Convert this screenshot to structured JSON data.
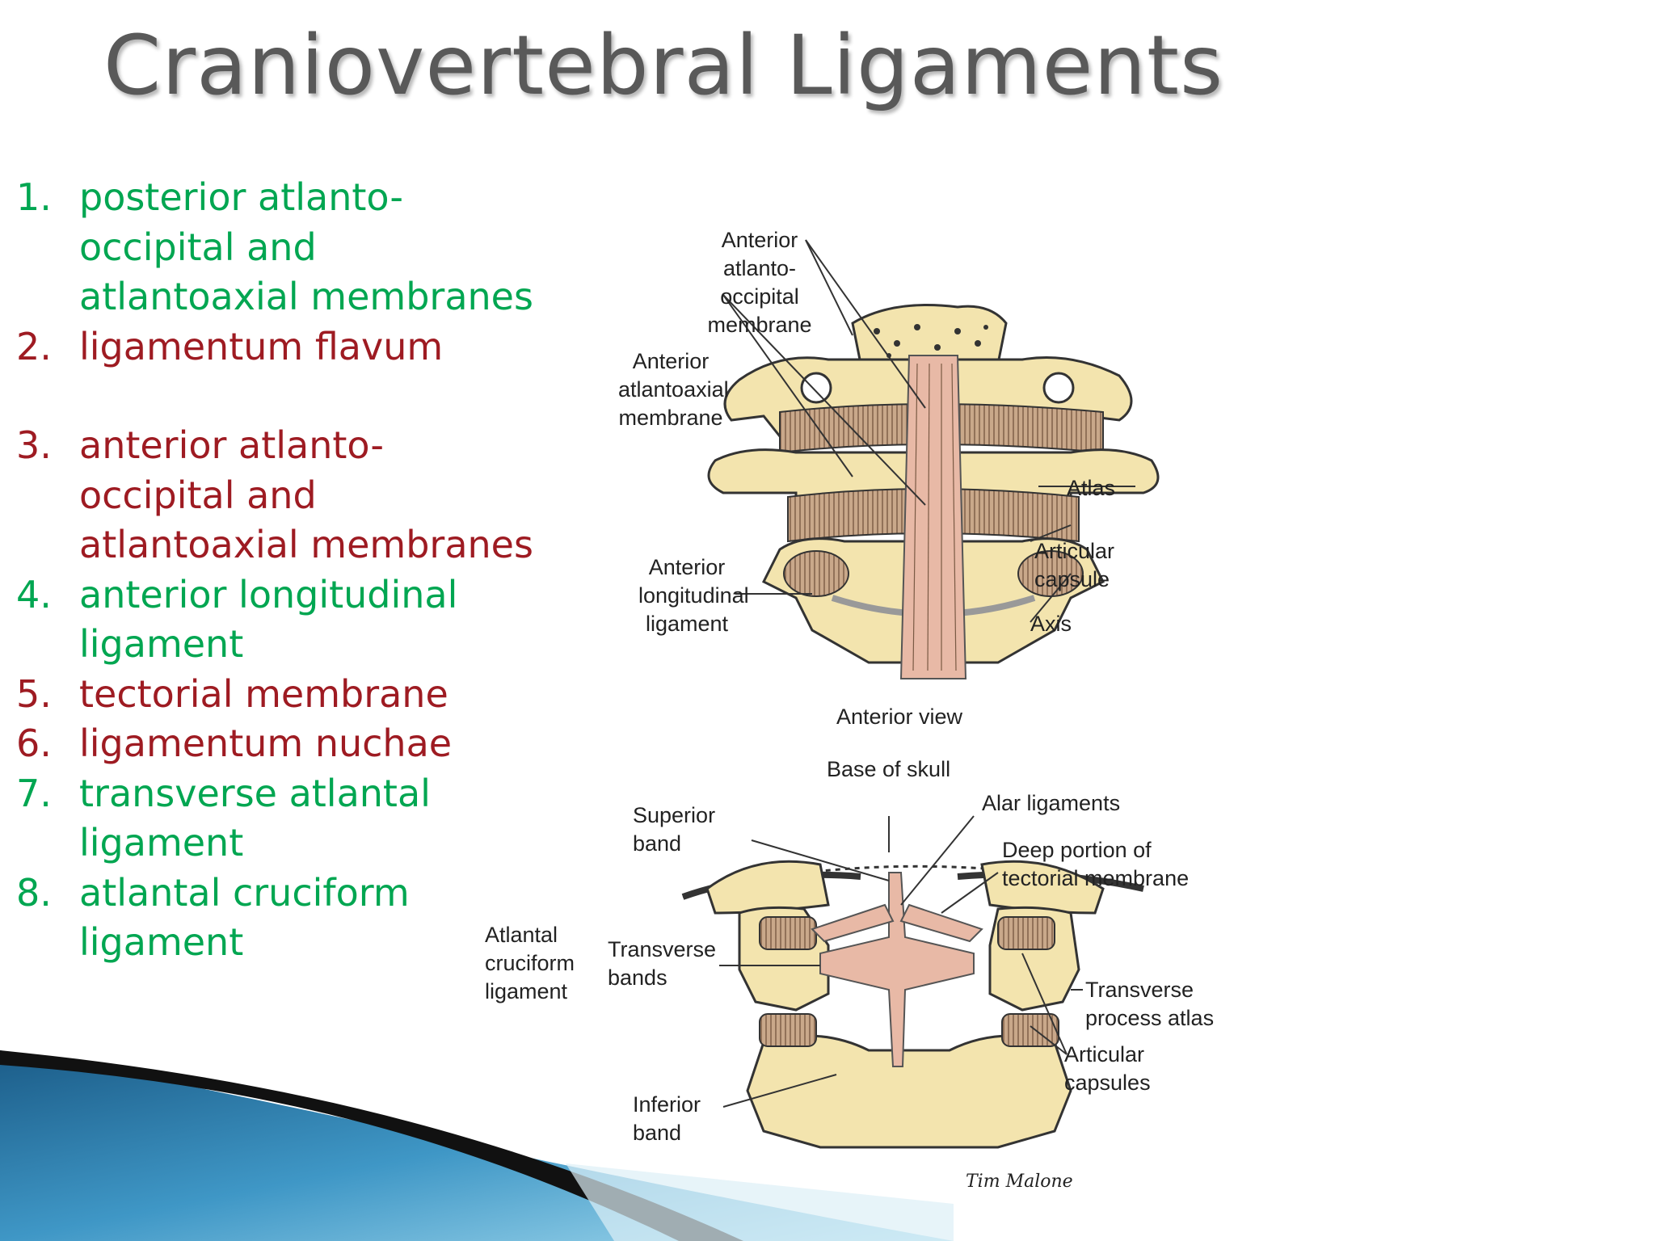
{
  "slide": {
    "title": "Craniovertebral Ligaments",
    "list": [
      {
        "num": "1.",
        "text": "posterior atlanto-occipital and atlantoaxial membranes",
        "color": "#00A651"
      },
      {
        "num": "2.",
        "text": "ligamentum flavum",
        "color": "#9E1B22"
      },
      {
        "num": "3.",
        "text": "anterior atlanto-occipital and atlantoaxial membranes",
        "color": "#9E1B22"
      },
      {
        "num": "4.",
        "text": "anterior longitudinal ligament",
        "color": "#00A651"
      },
      {
        "num": "5.",
        "text": "tectorial membrane",
        "color": "#9E1B22"
      },
      {
        "num": "6.",
        "text": "ligamentum nuchae",
        "color": "#9E1B22"
      },
      {
        "num": "7.",
        "text": "transverse atlantal ligament",
        "color": "#00A651"
      },
      {
        "num": "8.",
        "text": "atlantal cruciform ligament",
        "color": "#00A651"
      }
    ]
  },
  "figure": {
    "anterior": {
      "label_aom": "Anterior\natlanto-occipital\nmembrane",
      "label_aam": "Anterior\natlantoaxial\nmembrane",
      "label_atlas": "Atlas",
      "label_capsule": "Articular\ncapsule",
      "label_axis": "Axis",
      "label_all": "Anterior\nlongitudinal\nligament",
      "caption": "Anterior view"
    },
    "posterior": {
      "label_base": "Base of skull",
      "label_alar": "Alar ligaments",
      "label_deep": "Deep portion of\ntectorial membrane",
      "label_superior": "Superior\nband",
      "label_cruciform": "Atlantal\ncruciform\nligament",
      "label_transverse_bands": "Transverse\nbands",
      "label_tp_atlas": "Transverse\nprocess atlas",
      "label_capsules": "Articular\ncapsules",
      "label_inferior": "Inferior\nband"
    },
    "signature": "Tim Malone"
  }
}
